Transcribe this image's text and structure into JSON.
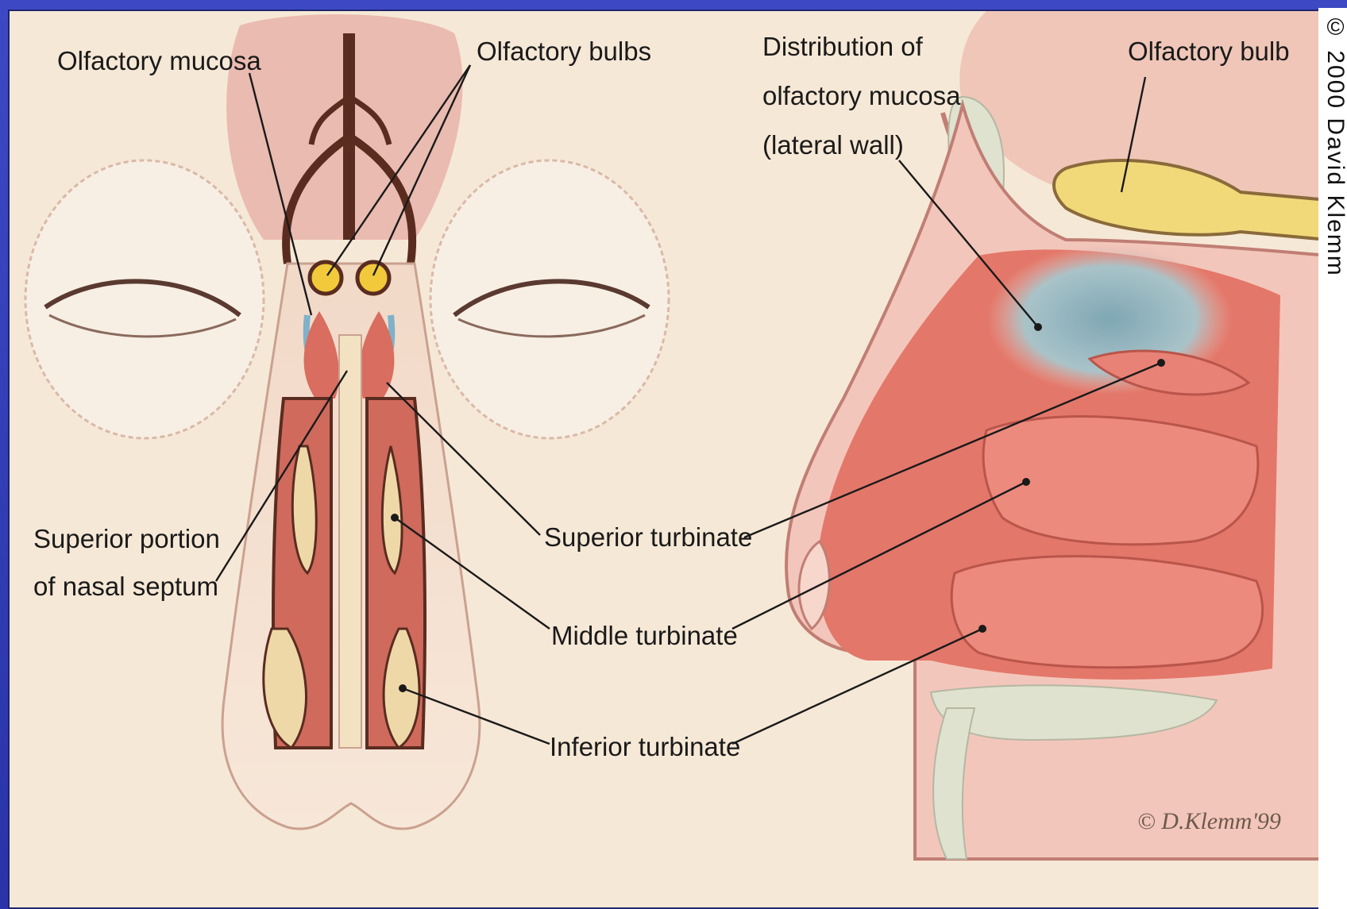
{
  "labels": {
    "olfactory_mucosa": "Olfactory mucosa",
    "olfactory_bulbs": "Olfactory bulbs",
    "distribution_line1": "Distribution of",
    "distribution_line2": "olfactory mucosa",
    "distribution_line3": "(lateral wall)",
    "olfactory_bulb": "Olfactory bulb",
    "superior_portion_line1": "Superior portion",
    "superior_portion_line2": "of nasal septum",
    "superior_turbinate": "Superior turbinate",
    "middle_turbinate": "Middle turbinate",
    "inferior_turbinate": "Inferior turbinate"
  },
  "credits": {
    "vertical": "© 2000 David Klemm",
    "signature": "© D.Klemm'99"
  },
  "colors": {
    "background_slide": "#2a33a8",
    "paper": "#f6e8d6",
    "mucosa_blue": "#8fb3c2",
    "turbinate_red": "#e98276",
    "bulb_yellow": "#f1d97a",
    "bone": "#dfe2cf"
  }
}
